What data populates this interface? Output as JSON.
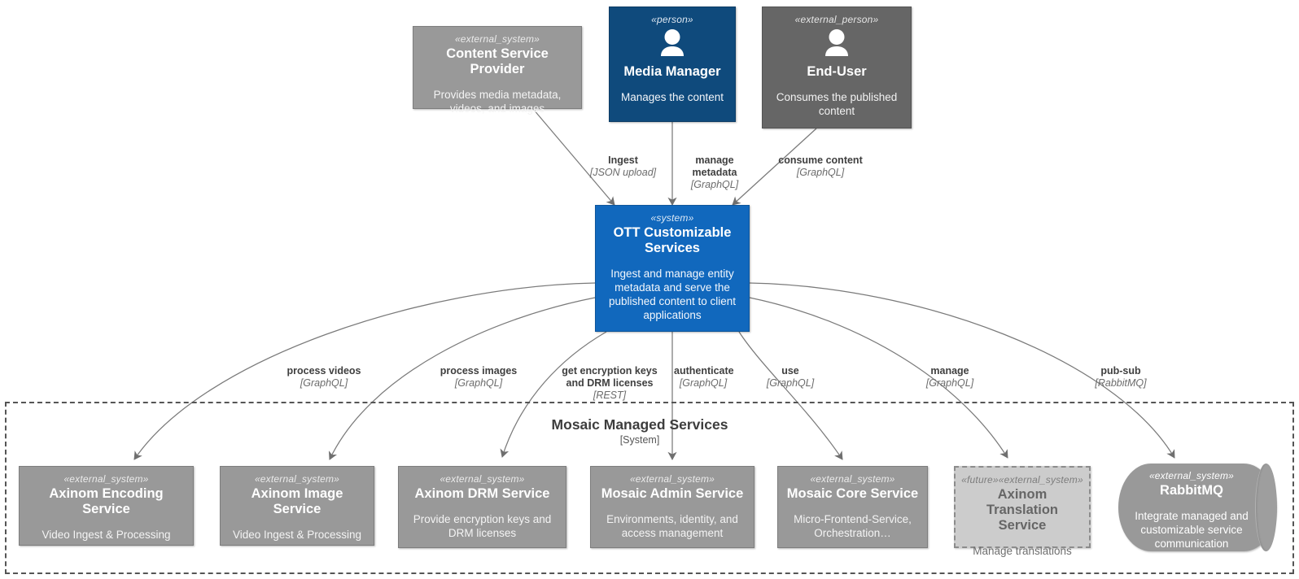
{
  "diagram": {
    "kind": "c4-system-context",
    "background": "#ffffff"
  },
  "boundary": {
    "label": "Mosaic Managed Services",
    "type": "[System]",
    "style": "dashed",
    "color": "#555555"
  },
  "palette": {
    "person": "#0f4a7c",
    "external_person": "#666666",
    "system": "#1168bd",
    "external_system": "#999999",
    "future": "#cccccc",
    "edge": "#7a7a7a",
    "text_on_fill": "#ffffff"
  },
  "nodes": [
    {
      "id": "content-service-provider",
      "stereotype": "«external_system»",
      "title": "Content Service Provider",
      "description": "Provides media metadata, videos, and images",
      "variant": "extsystem",
      "icon": null
    },
    {
      "id": "media-manager",
      "stereotype": "«person»",
      "title": "Media Manager",
      "description": "Manages the content",
      "variant": "person",
      "icon": "person-icon"
    },
    {
      "id": "end-user",
      "stereotype": "«external_person»",
      "title": "End-User",
      "description": "Consumes the published content",
      "variant": "extperson",
      "icon": "person-icon"
    },
    {
      "id": "ott-customizable-services",
      "stereotype": "«system»",
      "title": "OTT Customizable Services",
      "description": "Ingest and manage entity metadata and serve the published content to client applications",
      "variant": "system",
      "icon": null
    },
    {
      "id": "axinom-encoding-service",
      "stereotype": "«external_system»",
      "title": "Axinom Encoding Service",
      "description": "Video Ingest & Processing",
      "variant": "extsystem",
      "icon": null
    },
    {
      "id": "axinom-image-service",
      "stereotype": "«external_system»",
      "title": "Axinom Image Service",
      "description": "Video Ingest & Processing",
      "variant": "extsystem",
      "icon": null
    },
    {
      "id": "axinom-drm-service",
      "stereotype": "«external_system»",
      "title": "Axinom DRM Service",
      "description": "Provide encryption keys and DRM licenses",
      "variant": "extsystem",
      "icon": null
    },
    {
      "id": "mosaic-admin-service",
      "stereotype": "«external_system»",
      "title": "Mosaic Admin Service",
      "description": "Environments, identity, and access management",
      "variant": "extsystem",
      "icon": null
    },
    {
      "id": "mosaic-core-service",
      "stereotype": "«external_system»",
      "title": "Mosaic Core Service",
      "description": "Micro-Frontend-Service, Orchestration…",
      "variant": "extsystem",
      "icon": null
    },
    {
      "id": "axinom-translation-service",
      "stereotype": "«future»«external_system»",
      "title": "Axinom Translation Service",
      "description": "Manage translations",
      "variant": "future",
      "icon": null
    },
    {
      "id": "rabbitmq",
      "stereotype": "«external_system»",
      "title": "RabbitMQ",
      "description": "Integrate managed and customizable service communication",
      "variant": "queue",
      "icon": null
    }
  ],
  "edges": [
    {
      "id": "e-ingest",
      "from": "content-service-provider",
      "to": "ott-customizable-services",
      "label": "Ingest",
      "tech": "[JSON upload]"
    },
    {
      "id": "e-manage-meta",
      "from": "media-manager",
      "to": "ott-customizable-services",
      "label": "manage metadata",
      "tech": "[GraphQL]"
    },
    {
      "id": "e-consume",
      "from": "end-user",
      "to": "ott-customizable-services",
      "label": "consume content",
      "tech": "[GraphQL]"
    },
    {
      "id": "e-videos",
      "from": "ott-customizable-services",
      "to": "axinom-encoding-service",
      "label": "process videos",
      "tech": "[GraphQL]"
    },
    {
      "id": "e-images",
      "from": "ott-customizable-services",
      "to": "axinom-image-service",
      "label": "process images",
      "tech": "[GraphQL]"
    },
    {
      "id": "e-drm",
      "from": "ott-customizable-services",
      "to": "axinom-drm-service",
      "label": "get encryption keys and DRM licenses",
      "tech": "[REST]"
    },
    {
      "id": "e-auth",
      "from": "ott-customizable-services",
      "to": "mosaic-admin-service",
      "label": "authenticate",
      "tech": "[GraphQL]"
    },
    {
      "id": "e-use",
      "from": "ott-customizable-services",
      "to": "mosaic-core-service",
      "label": "use",
      "tech": "[GraphQL]"
    },
    {
      "id": "e-manage",
      "from": "ott-customizable-services",
      "to": "axinom-translation-service",
      "label": "manage",
      "tech": "[GraphQL]"
    },
    {
      "id": "e-pubsub",
      "from": "ott-customizable-services",
      "to": "rabbitmq",
      "label": "pub-sub",
      "tech": "[RabbitMQ]"
    }
  ]
}
